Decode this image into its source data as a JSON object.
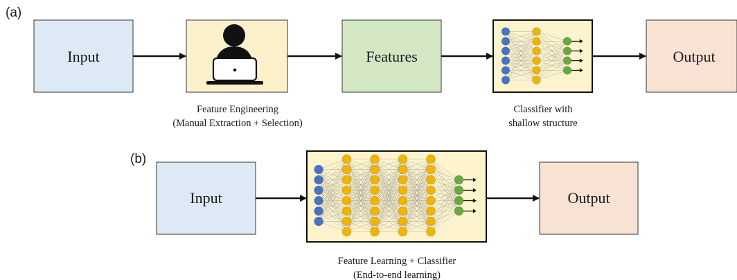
{
  "panels": [
    {
      "label": "(a)",
      "nodes": [
        {
          "id": "a-input",
          "kind": "text",
          "text": "Input",
          "fill": "#dde9f5"
        },
        {
          "id": "a-fe",
          "kind": "person",
          "fill": "#fdf1cc"
        },
        {
          "id": "a-features",
          "kind": "text",
          "text": "Features",
          "fill": "#d4e7c5"
        },
        {
          "id": "a-classifier",
          "kind": "network",
          "fill": "#fdf4cd",
          "layers": [
            6,
            6,
            4
          ],
          "layer_colors": [
            "blue",
            "orange",
            "green"
          ]
        },
        {
          "id": "a-output",
          "kind": "text",
          "text": "Output",
          "fill": "#f7e2d4"
        }
      ],
      "captions": [
        {
          "target": "a-fe",
          "lines": [
            "Feature Engineering",
            "(Manual Extraction + Selection)"
          ]
        },
        {
          "target": "a-classifier",
          "lines": [
            "Classifier with",
            "shallow structure"
          ]
        }
      ]
    },
    {
      "label": "(b)",
      "nodes": [
        {
          "id": "b-input",
          "kind": "text",
          "text": "Input",
          "fill": "#dde9f5"
        },
        {
          "id": "b-network",
          "kind": "network",
          "fill": "#fdf4cd",
          "layers": [
            6,
            8,
            8,
            8,
            8,
            4
          ],
          "layer_colors": [
            "blue",
            "orange",
            "orange",
            "orange",
            "orange",
            "green"
          ]
        },
        {
          "id": "b-output",
          "kind": "text",
          "text": "Output",
          "fill": "#f7e2d4"
        }
      ],
      "captions": [
        {
          "target": "b-network",
          "lines": [
            "Feature Learning + Classifier",
            "(End-to-end learning)"
          ]
        }
      ]
    }
  ],
  "colors": {
    "blue": "#4a72c4",
    "orange": "#f3b400",
    "green": "#6aa843",
    "stroke": "#111111"
  }
}
